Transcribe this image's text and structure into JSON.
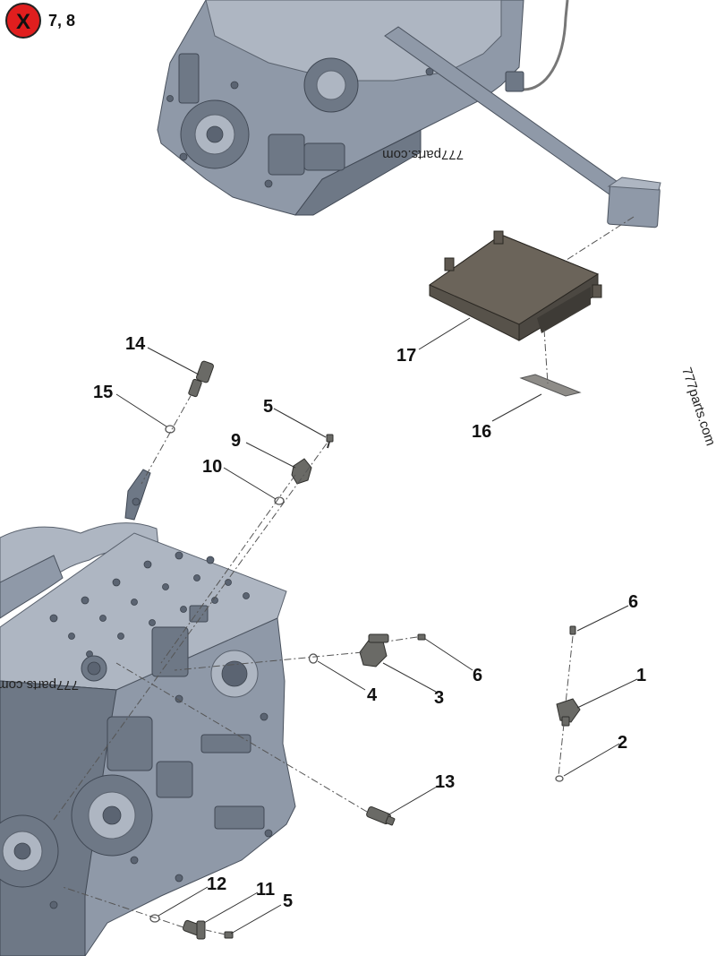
{
  "kit_badge": {
    "symbol": "X",
    "items": "7, 8"
  },
  "callouts": {
    "c1": "1",
    "c2": "2",
    "c3": "3",
    "c4": "4",
    "c5a": "5",
    "c5b": "5",
    "c6a": "6",
    "c6b": "6",
    "c9": "9",
    "c10": "10",
    "c11": "11",
    "c12": "12",
    "c13": "13",
    "c14": "14",
    "c15": "15",
    "c16": "16",
    "c17": "17"
  },
  "watermarks": {
    "upper": "777parts.com",
    "right": "777parts.com",
    "lower": "777parts.com"
  },
  "colors": {
    "engine": "#8f99a8",
    "badge": "#e01e1e",
    "ecu": "#6b645a"
  }
}
